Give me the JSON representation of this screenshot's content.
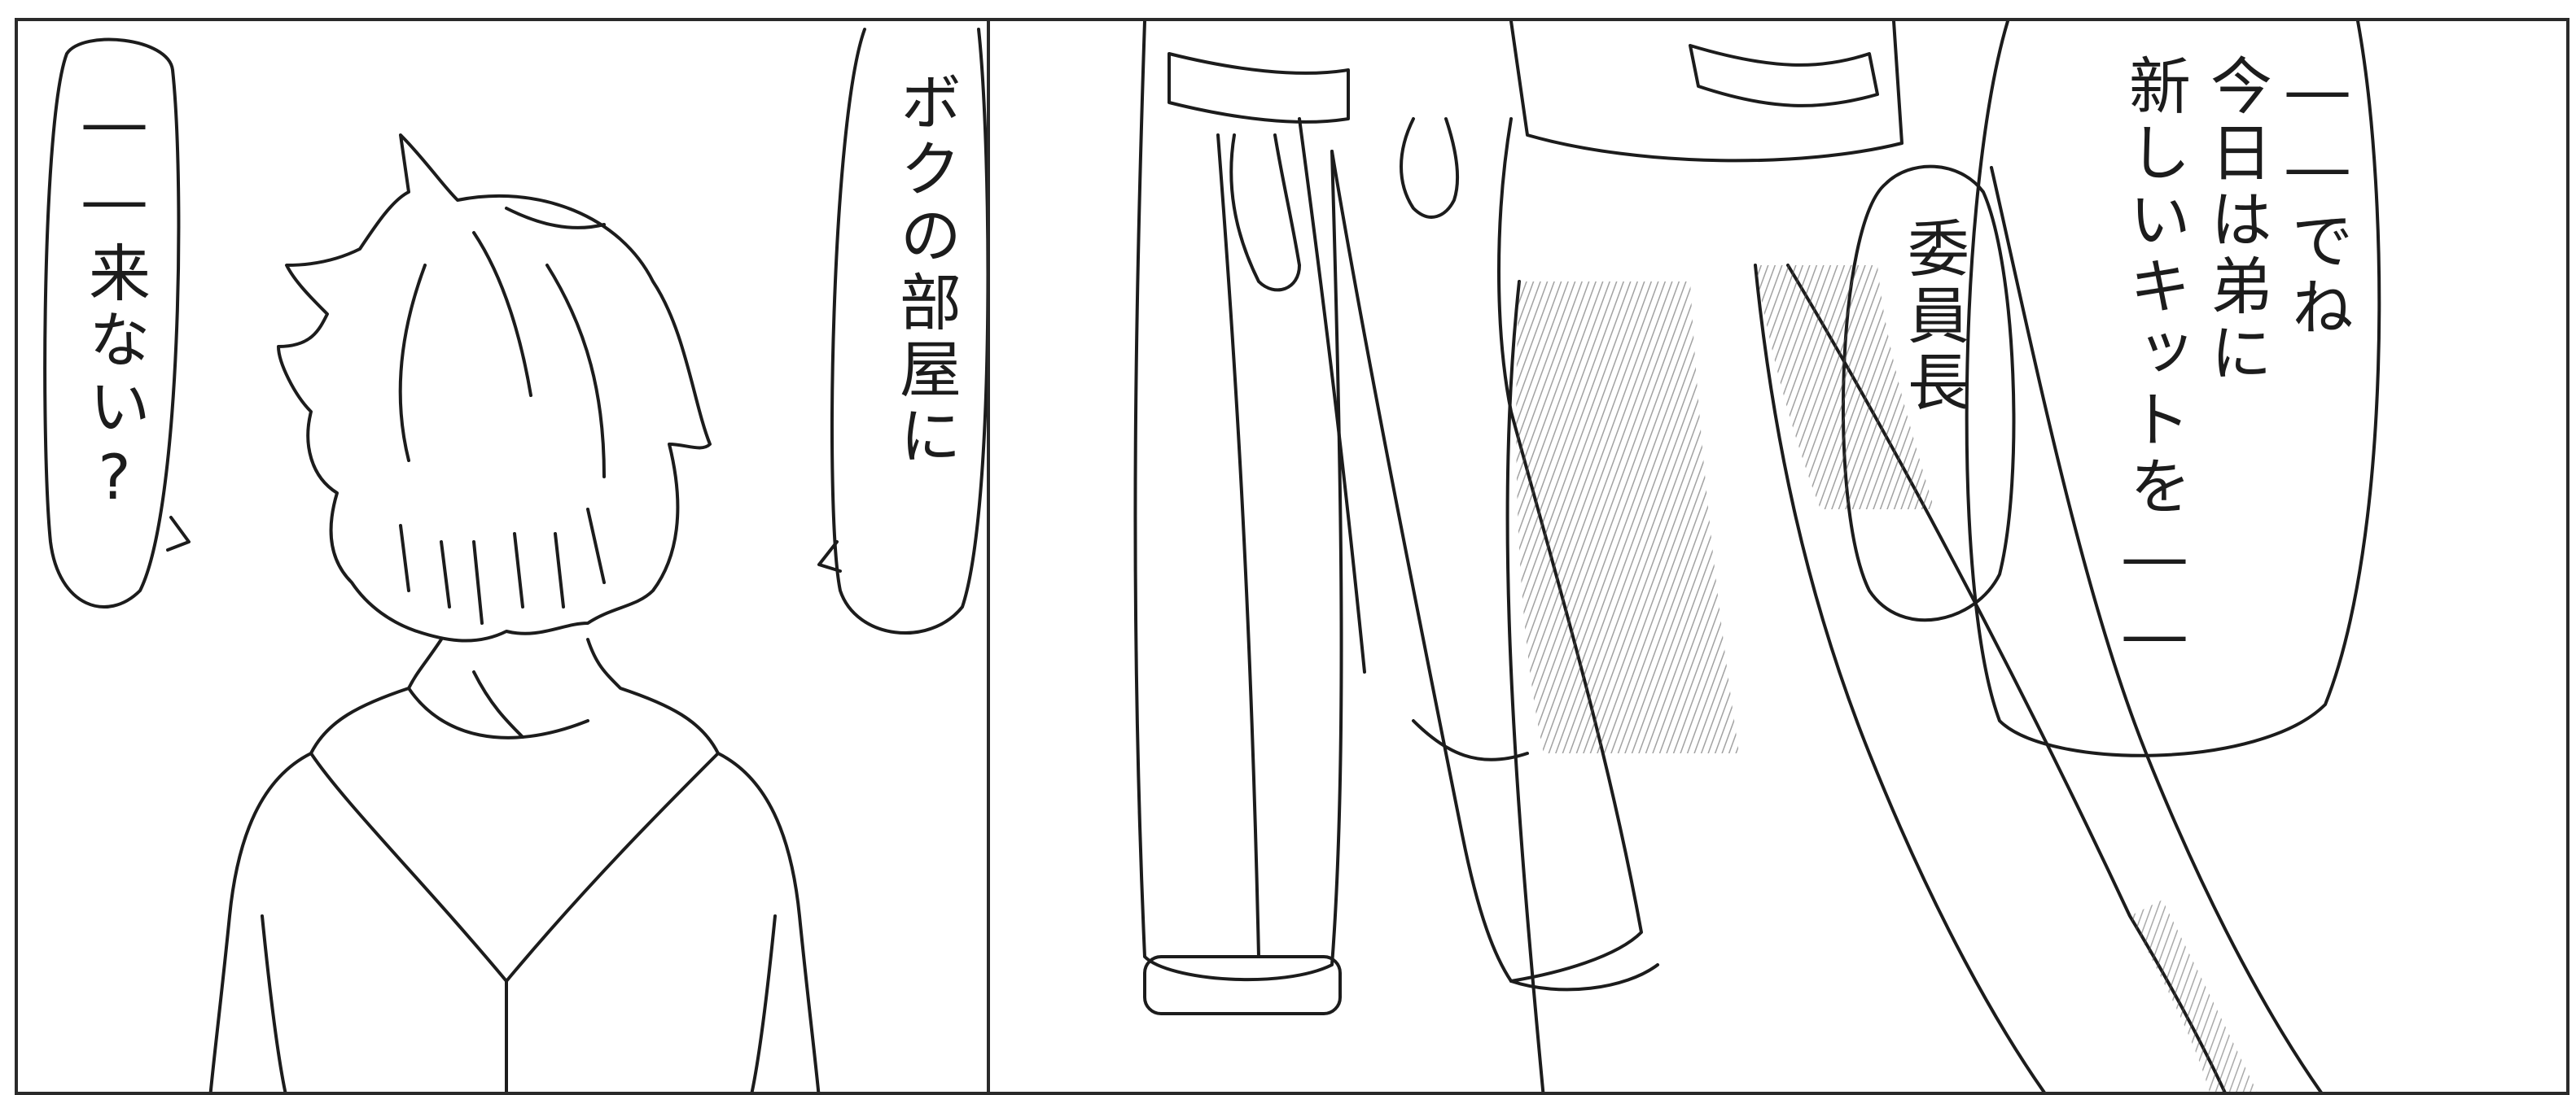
{
  "comic": {
    "left_panel": {
      "bubble_come": "――来ない?",
      "bubble_room": "ボクの部屋に"
    },
    "right_panel": {
      "bubble_kit": "――でね\n今日は弟に\n新しいキットを――",
      "bubble_chair": "委員長"
    }
  },
  "colors": {
    "ink": "#1c1c1c",
    "paper": "#ffffff",
    "frame": "#2a2a2a"
  }
}
